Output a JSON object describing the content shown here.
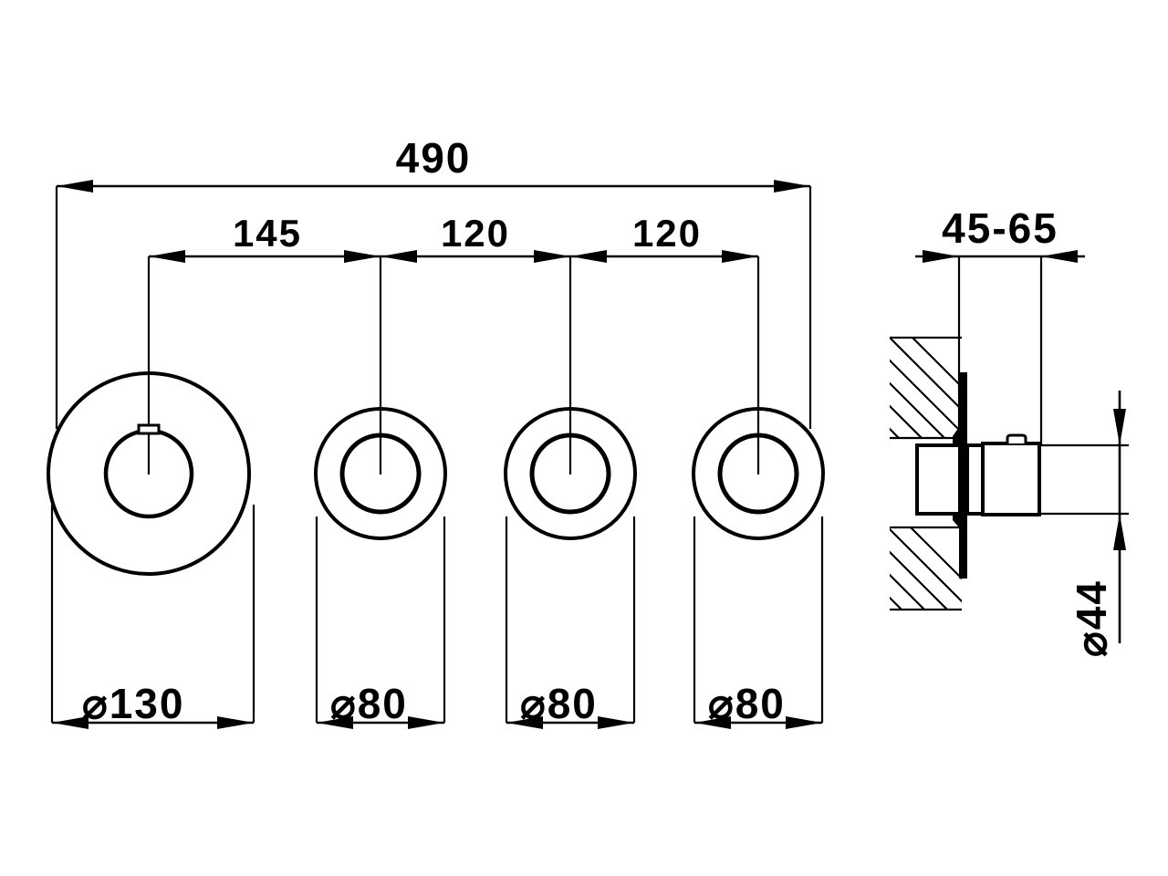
{
  "drawing": {
    "type": "technical-dimension-drawing",
    "subject": "Wall-mounted concealed shower valve trim set, front view and wall section view",
    "units": "mm",
    "line_color": "#000000",
    "background_color": "#ffffff"
  },
  "front_view": {
    "overall_width_label": "490",
    "spacing_labels": [
      "145",
      "120",
      "120"
    ],
    "diameter_symbol": "⌀",
    "plate_diameter_labels": [
      "⌀130",
      "⌀80",
      "⌀80",
      "⌀80"
    ],
    "plate_diameters": [
      130,
      80,
      80,
      80
    ],
    "center_spacings": [
      145,
      120,
      120
    ],
    "overall_width": 490,
    "controls": [
      {
        "name": "thermostat-handle",
        "outer_d": 130,
        "inner_d": 56,
        "has_indicator_tab": true
      },
      {
        "name": "volume-control-1",
        "outer_d": 80,
        "inner_d": 48,
        "has_indicator_tab": false
      },
      {
        "name": "volume-control-2",
        "outer_d": 80,
        "inner_d": 48,
        "has_indicator_tab": false
      },
      {
        "name": "volume-control-3",
        "outer_d": 80,
        "inner_d": 48,
        "has_indicator_tab": false
      }
    ]
  },
  "section_view": {
    "wall_depth_label": "45-65",
    "wall_depth_min": 45,
    "wall_depth_max": 65,
    "body_diameter_label": "⌀44",
    "body_diameter": 44,
    "wall_hatching": true
  }
}
